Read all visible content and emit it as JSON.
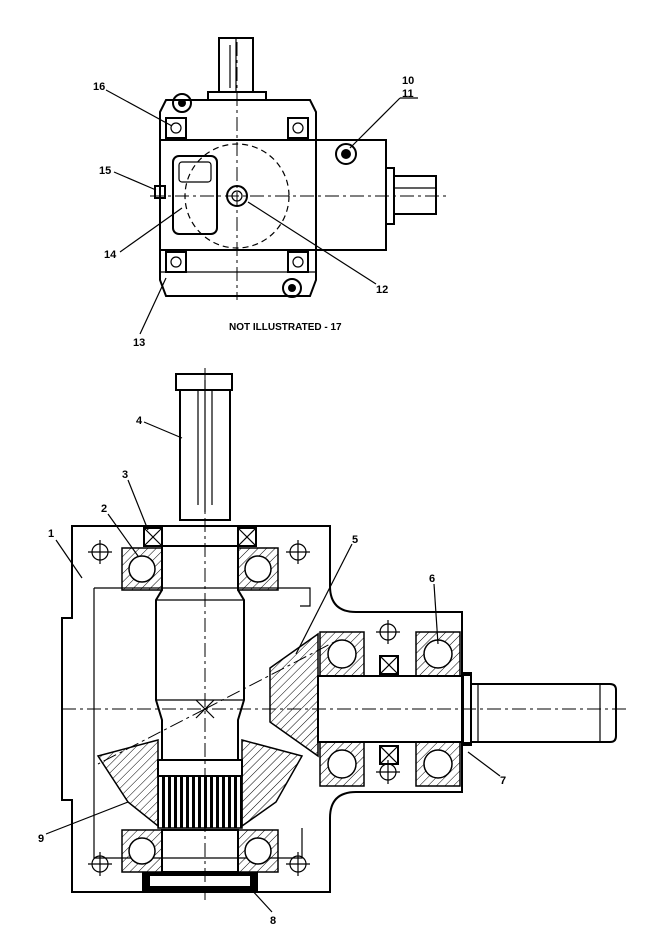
{
  "note": "NOT ILLUSTRATED - 17",
  "callouts": {
    "c1": "1",
    "c2": "2",
    "c3": "3",
    "c4": "4",
    "c5": "5",
    "c6": "6",
    "c7": "7",
    "c8": "8",
    "c9": "9",
    "c10": "10",
    "c11": "11",
    "c12": "12",
    "c13": "13",
    "c14": "14",
    "c15": "15",
    "c16": "16"
  }
}
